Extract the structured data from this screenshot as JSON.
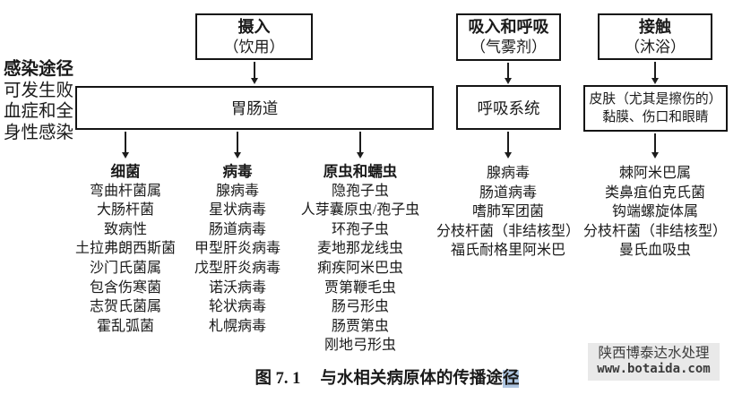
{
  "side_label": {
    "title": "感染途径",
    "lines": [
      "可发生败",
      "血症和全",
      "身性感染"
    ]
  },
  "top_boxes": [
    {
      "title": "摄入",
      "subtitle": "（饮用）"
    },
    {
      "title": "吸入和呼吸",
      "subtitle": "（气雾剂）"
    },
    {
      "title": "接触",
      "subtitle": "（沐浴）"
    }
  ],
  "mid_boxes": [
    {
      "label": "胃肠道"
    },
    {
      "label": "呼吸系统"
    },
    {
      "line1": "皮肤（尤其是擦伤的）",
      "line2": "黏膜、伤口和眼睛"
    }
  ],
  "columns": [
    {
      "header": "细菌",
      "items": [
        "弯曲杆菌属",
        "大肠杆菌",
        "致病性",
        "土拉弗朗西斯菌",
        "沙门氏菌属",
        "包含伤寒菌",
        "志贺氏菌属",
        "霍乱弧菌"
      ]
    },
    {
      "header": "病毒",
      "items": [
        "腺病毒",
        "星状病毒",
        "肠道病毒",
        "甲型肝炎病毒",
        "戊型肝炎病毒",
        "诺沃病毒",
        "轮状病毒",
        "札幌病毒"
      ]
    },
    {
      "header": "原虫和蠕虫",
      "items": [
        "隐孢子虫",
        "人芽囊原虫/孢子虫",
        "环孢子虫",
        "麦地那龙线虫",
        "痢疾阿米巴虫",
        "贾第鞭毛虫",
        "肠弓形虫",
        "肠贾第虫",
        "刚地弓形虫"
      ]
    },
    {
      "header": "",
      "items": [
        "腺病毒",
        "肠道病毒",
        "嗜肺军团菌",
        "分枝杆菌（非结核型）",
        "福氏耐格里阿米巴"
      ]
    },
    {
      "header": "",
      "items": [
        "棘阿米巴属",
        "类鼻疽伯克氏菌",
        "钩端螺旋体属",
        "分枝杆菌（非结核型）",
        "曼氏血吸虫"
      ]
    }
  ],
  "caption": {
    "label": "图 7. 1",
    "text": "与水相关病原体的传播途",
    "highlighted": "径",
    "highlight_color": "#aec5e0"
  },
  "watermark": {
    "line1": "陕西博泰达水处理",
    "line2": "www.botaida.com"
  }
}
